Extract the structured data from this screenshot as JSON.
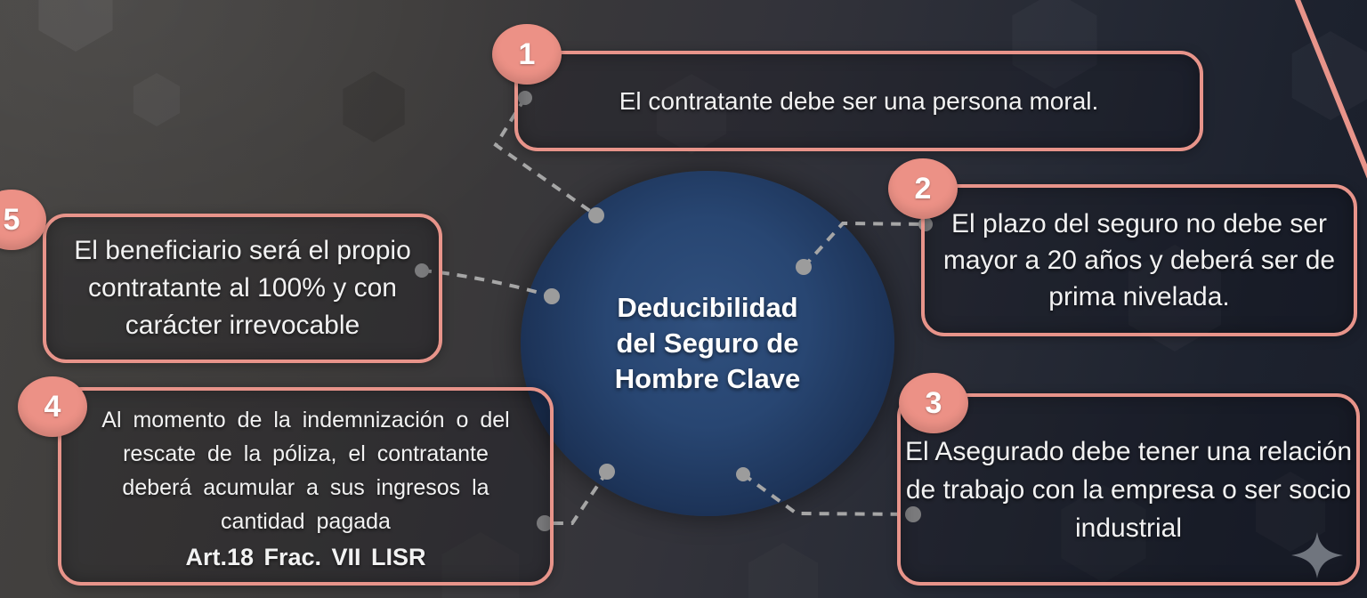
{
  "slide": {
    "title": {
      "text": "Deducibilidad del Seguro de Hombre Clave",
      "lines": [
        "Deducibilidad",
        "del Seguro de",
        "Hombre Clave"
      ]
    },
    "items": [
      {
        "number": "1",
        "text": "El contratante debe ser una persona moral."
      },
      {
        "number": "2",
        "text": "El plazo del seguro no debe ser mayor a 20 años y deberá ser de prima nivelada."
      },
      {
        "number": "3",
        "text": "El Asegurado debe tener una relación de trabajo con la empresa o ser socio industrial"
      },
      {
        "number": "4",
        "text": "Al momento de la indemnización o del rescate de la póliza, el contratante deberá acumular a sus ingresos la cantidad pagada",
        "reference": "Art.18 Frac. VII LISR"
      },
      {
        "number": "5",
        "text": "El beneficiario será el propio contratante al 100% y con carácter irrevocable"
      }
    ],
    "colors": {
      "accent": "#e8948a",
      "badge": "#ec9186",
      "circle_center": "#30507e",
      "circle_edge": "#14223d",
      "connector": "#a6a6a6",
      "sparkle": "#8d949d",
      "text": "#f2f2f2"
    },
    "icons": [
      {
        "name": "sparkle-icon"
      }
    ]
  }
}
